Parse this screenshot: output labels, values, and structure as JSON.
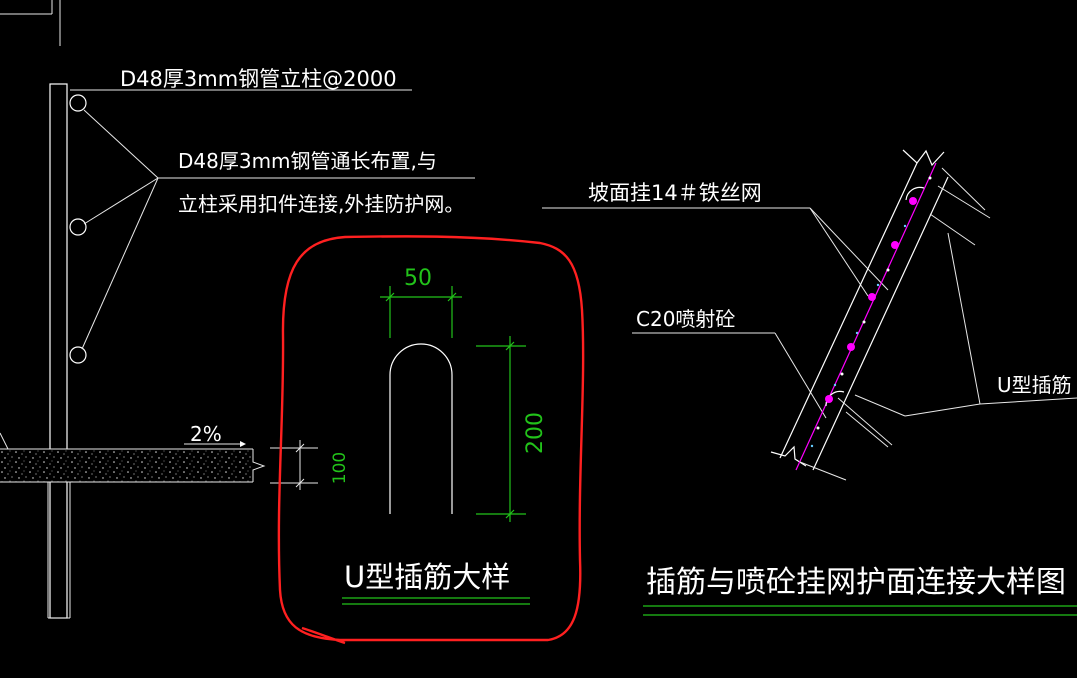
{
  "labels": {
    "post_note": "D48厚3mm钢管立柱@2000",
    "rail_note_1": "D48厚3mm钢管通长布置,与",
    "rail_note_2": "立柱采用扣件连接,外挂防护网。",
    "slope_grade": "2%",
    "ground_depth": "100",
    "dim_width": "50",
    "dim_height": "200",
    "detail_title": "U型插筋大样",
    "mesh_note": "坡面挂14＃铁丝网",
    "shotcrete_note": "C20喷射砼",
    "u_bar_note": "U型插筋",
    "main_title": "插筋与喷砼挂网护面连接大样图"
  },
  "colors": {
    "background": "#000000",
    "line_white": "#ffffff",
    "dimension_green": "#22c31a",
    "markup_red": "#ff2020",
    "rebar_magenta": "#ff00ff"
  }
}
